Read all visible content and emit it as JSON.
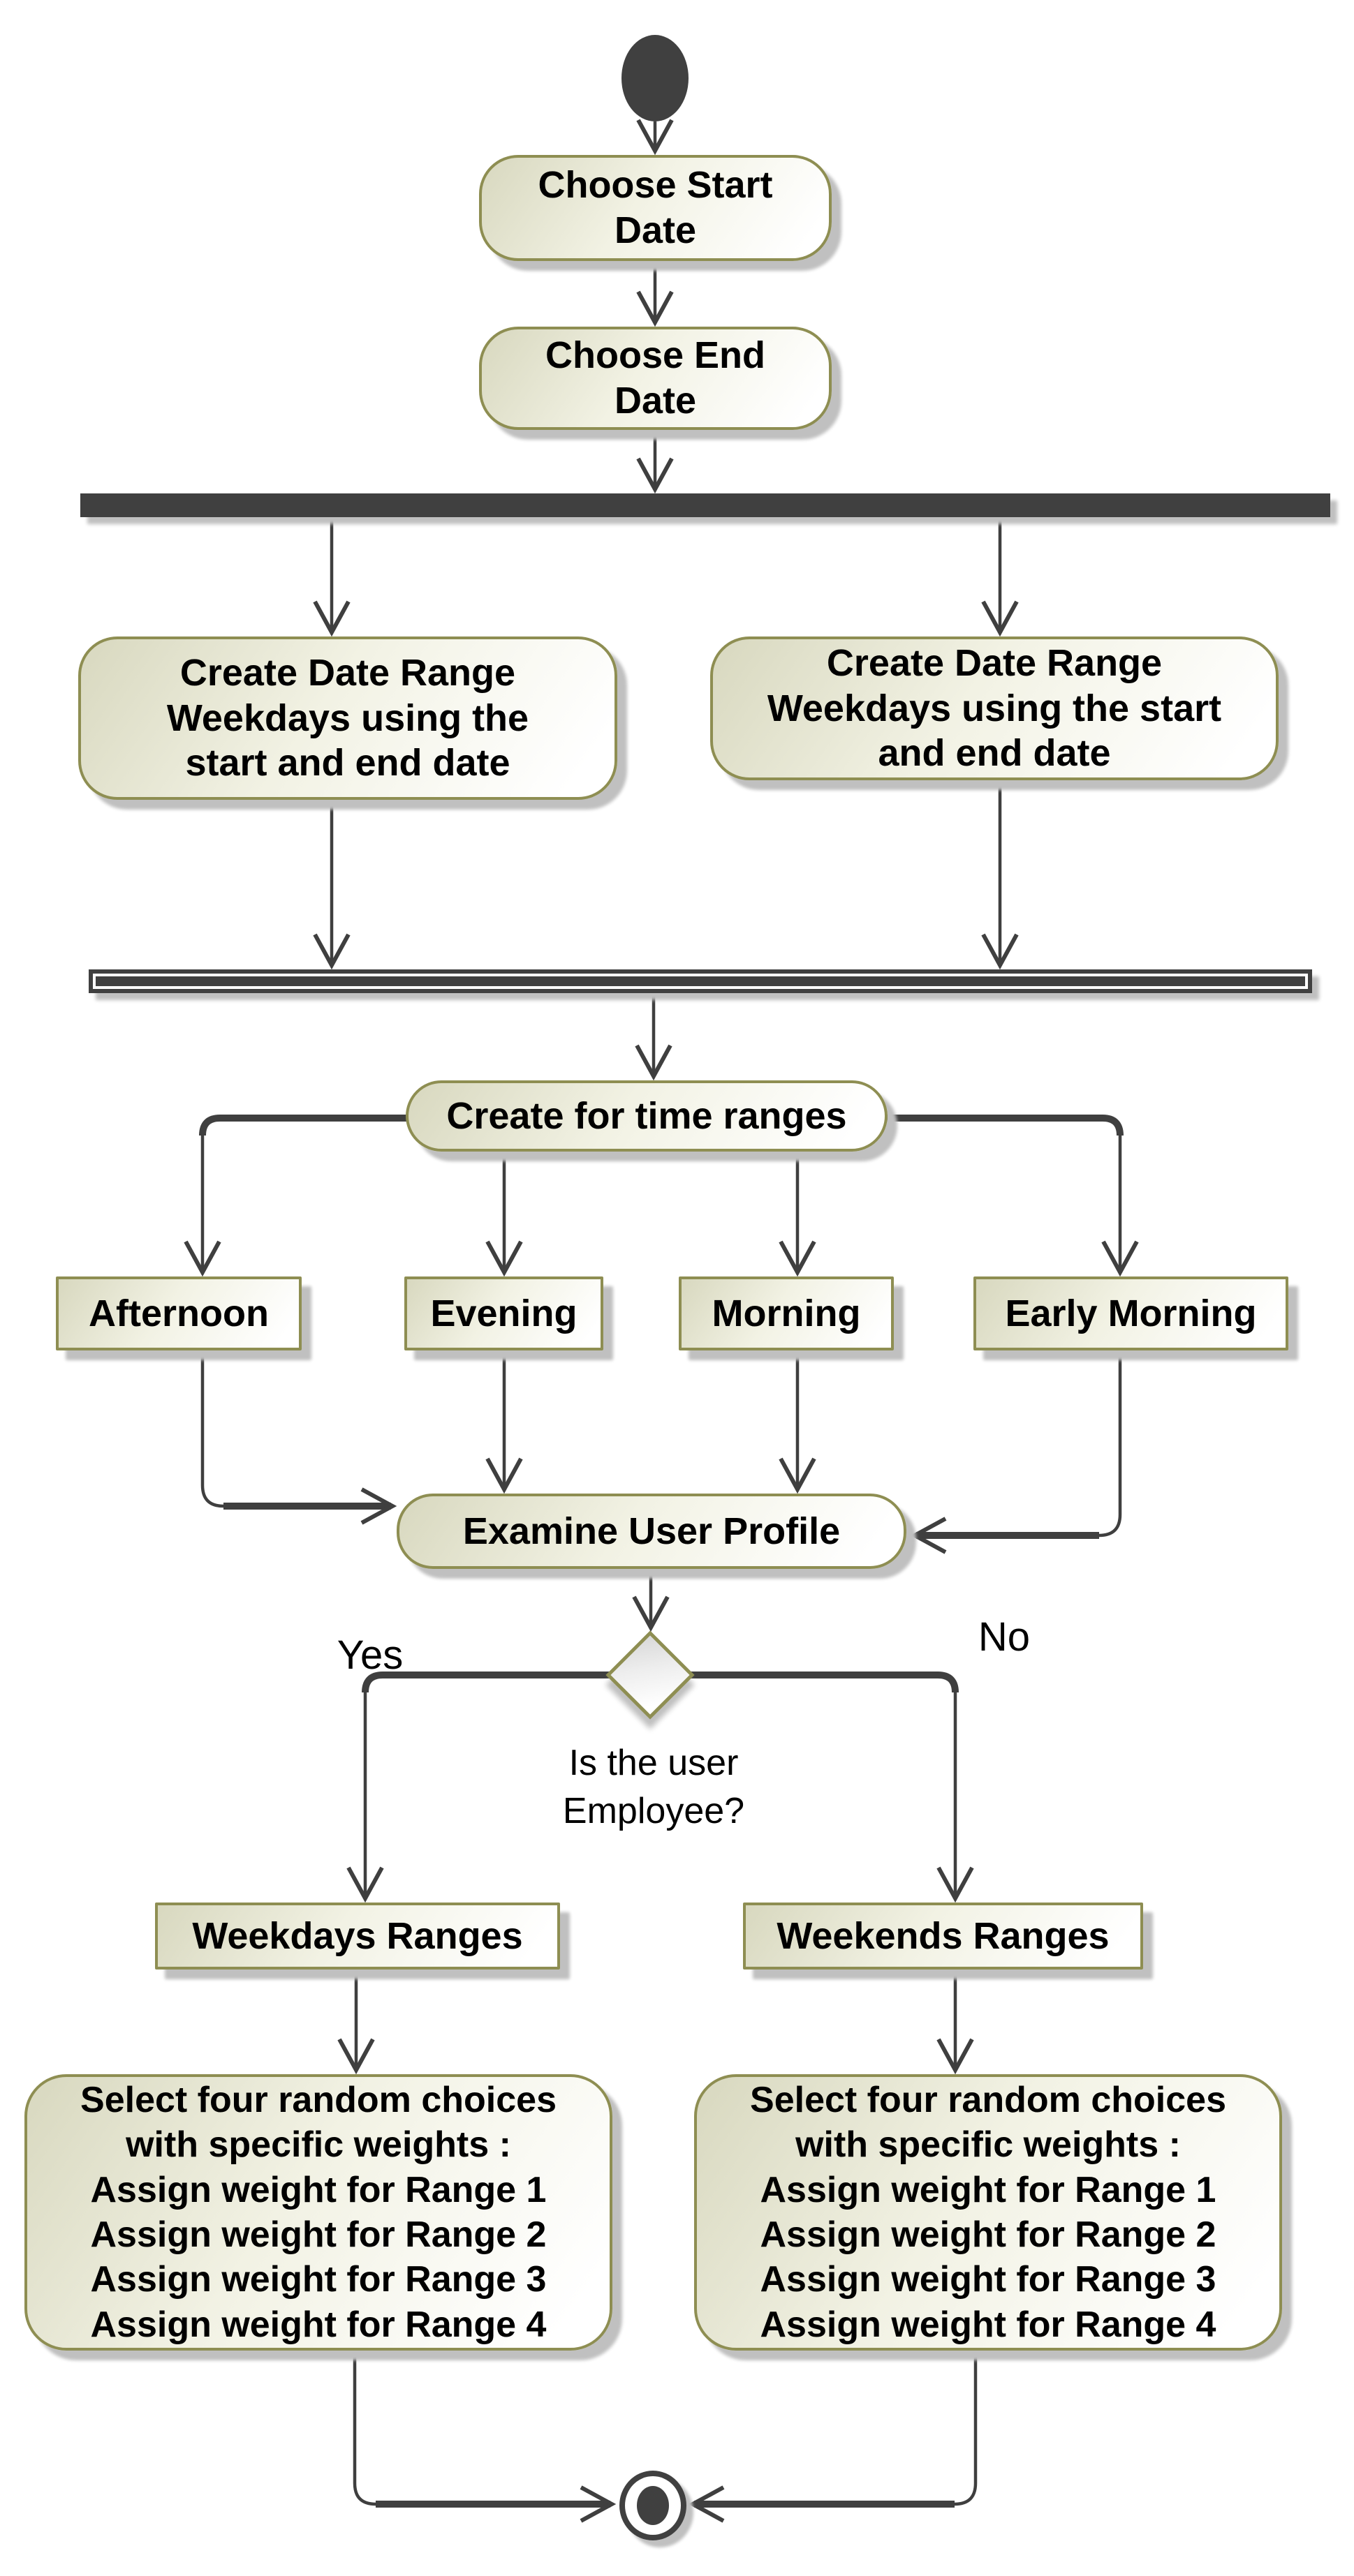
{
  "diagram_type": "uml-activity-diagram",
  "colors": {
    "line": "#3f3f3f",
    "node_border": "#8e8e52",
    "fill_dark": "#d8d8bf",
    "fill_mid": "#f2f2e4",
    "fill_light": "#ffffff",
    "decision_fill": "#ededed",
    "shadow": "#c0c0c0",
    "text": "#000000",
    "background": "#ffffff"
  },
  "nodes": {
    "start": {
      "type": "initial-node"
    },
    "choose_start_date": {
      "label": "Choose Start\nDate"
    },
    "choose_end_date": {
      "label": "Choose End\nDate"
    },
    "fork": {
      "type": "fork-bar"
    },
    "create_range_weekdays_left": {
      "label": "Create Date Range\nWeekdays using the\nstart and end date"
    },
    "create_range_weekdays_right": {
      "label": "Create Date Range\nWeekdays using the start\nand end date"
    },
    "join": {
      "type": "join-bar"
    },
    "create_for_time_ranges": {
      "label": "Create for time ranges"
    },
    "afternoon": {
      "label": "Afternoon"
    },
    "evening": {
      "label": "Evening"
    },
    "morning": {
      "label": "Morning"
    },
    "early_morning": {
      "label": "Early Morning"
    },
    "examine_user_profile": {
      "label": "Examine User Profile"
    },
    "decision": {
      "question": "Is the user\nEmployee?",
      "yes_label": "Yes",
      "no_label": "No"
    },
    "weekdays_ranges": {
      "label": "Weekdays Ranges"
    },
    "weekends_ranges": {
      "label": "Weekends Ranges"
    },
    "select_weights_weekdays": {
      "label": "Select four random choices\nwith specific weights :\nAssign weight for Range 1\nAssign weight for Range 2\nAssign weight for Range 3\nAssign weight for Range 4"
    },
    "select_weights_weekends": {
      "label": "Select four random choices\nwith specific weights :\nAssign weight for Range 1\nAssign weight for Range 2\nAssign weight for Range 3\nAssign weight for Range 4"
    },
    "end": {
      "type": "activity-final-node"
    }
  }
}
